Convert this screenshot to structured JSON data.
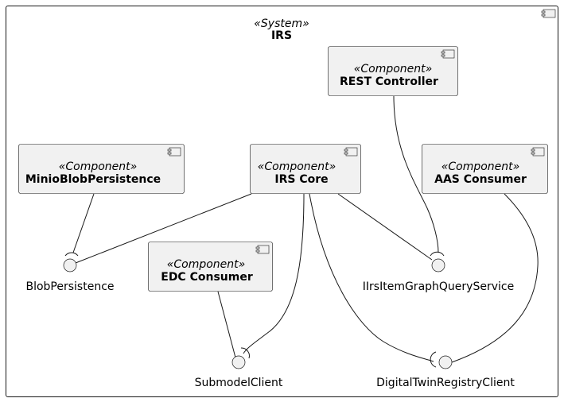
{
  "system": {
    "stereotype": "«System»",
    "name": "IRS"
  },
  "components": {
    "rest_controller": {
      "stereotype": "«Component»",
      "name": "REST Controller"
    },
    "minio_blob_persistence": {
      "stereotype": "«Component»",
      "name": "MinioBlobPersistence"
    },
    "irs_core": {
      "stereotype": "«Component»",
      "name": "IRS Core"
    },
    "aas_consumer": {
      "stereotype": "«Component»",
      "name": "AAS Consumer"
    },
    "edc_consumer": {
      "stereotype": "«Component»",
      "name": "EDC Consumer"
    }
  },
  "interfaces": {
    "blob_persistence": "BlobPersistence",
    "irs_item_graph_query_service": "IIrsItemGraphQueryService",
    "submodel_client": "SubmodelClient",
    "digital_twin_registry_client": "DigitalTwinRegistryClient"
  },
  "icons": [
    "component-icon"
  ]
}
